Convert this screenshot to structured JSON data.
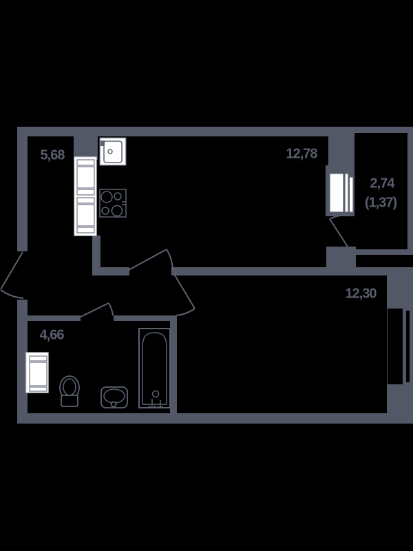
{
  "colors": {
    "background": "#000000",
    "wall": "#525866",
    "line": "#5c6270",
    "fixture_fill": "#ffffff",
    "label": "#585e6c"
  },
  "plan": {
    "type": "apartment-floor-plan",
    "rooms": [
      {
        "name": "sleeping-niche",
        "area_label": "5,68"
      },
      {
        "name": "living-kitchen",
        "area_label": "12,78"
      },
      {
        "name": "balcony",
        "area_label": "2,74",
        "secondary_label": "(1,37)"
      },
      {
        "name": "bedroom",
        "area_label": "12,30"
      },
      {
        "name": "bathroom",
        "area_label": "4,66"
      }
    ],
    "fixtures": [
      "kitchen-sink",
      "stove",
      "cabinet-column",
      "washing-machine",
      "toilet",
      "wash-basin",
      "bathtub",
      "balcony-door",
      "window",
      "entrance-door",
      "interior-doors"
    ]
  }
}
